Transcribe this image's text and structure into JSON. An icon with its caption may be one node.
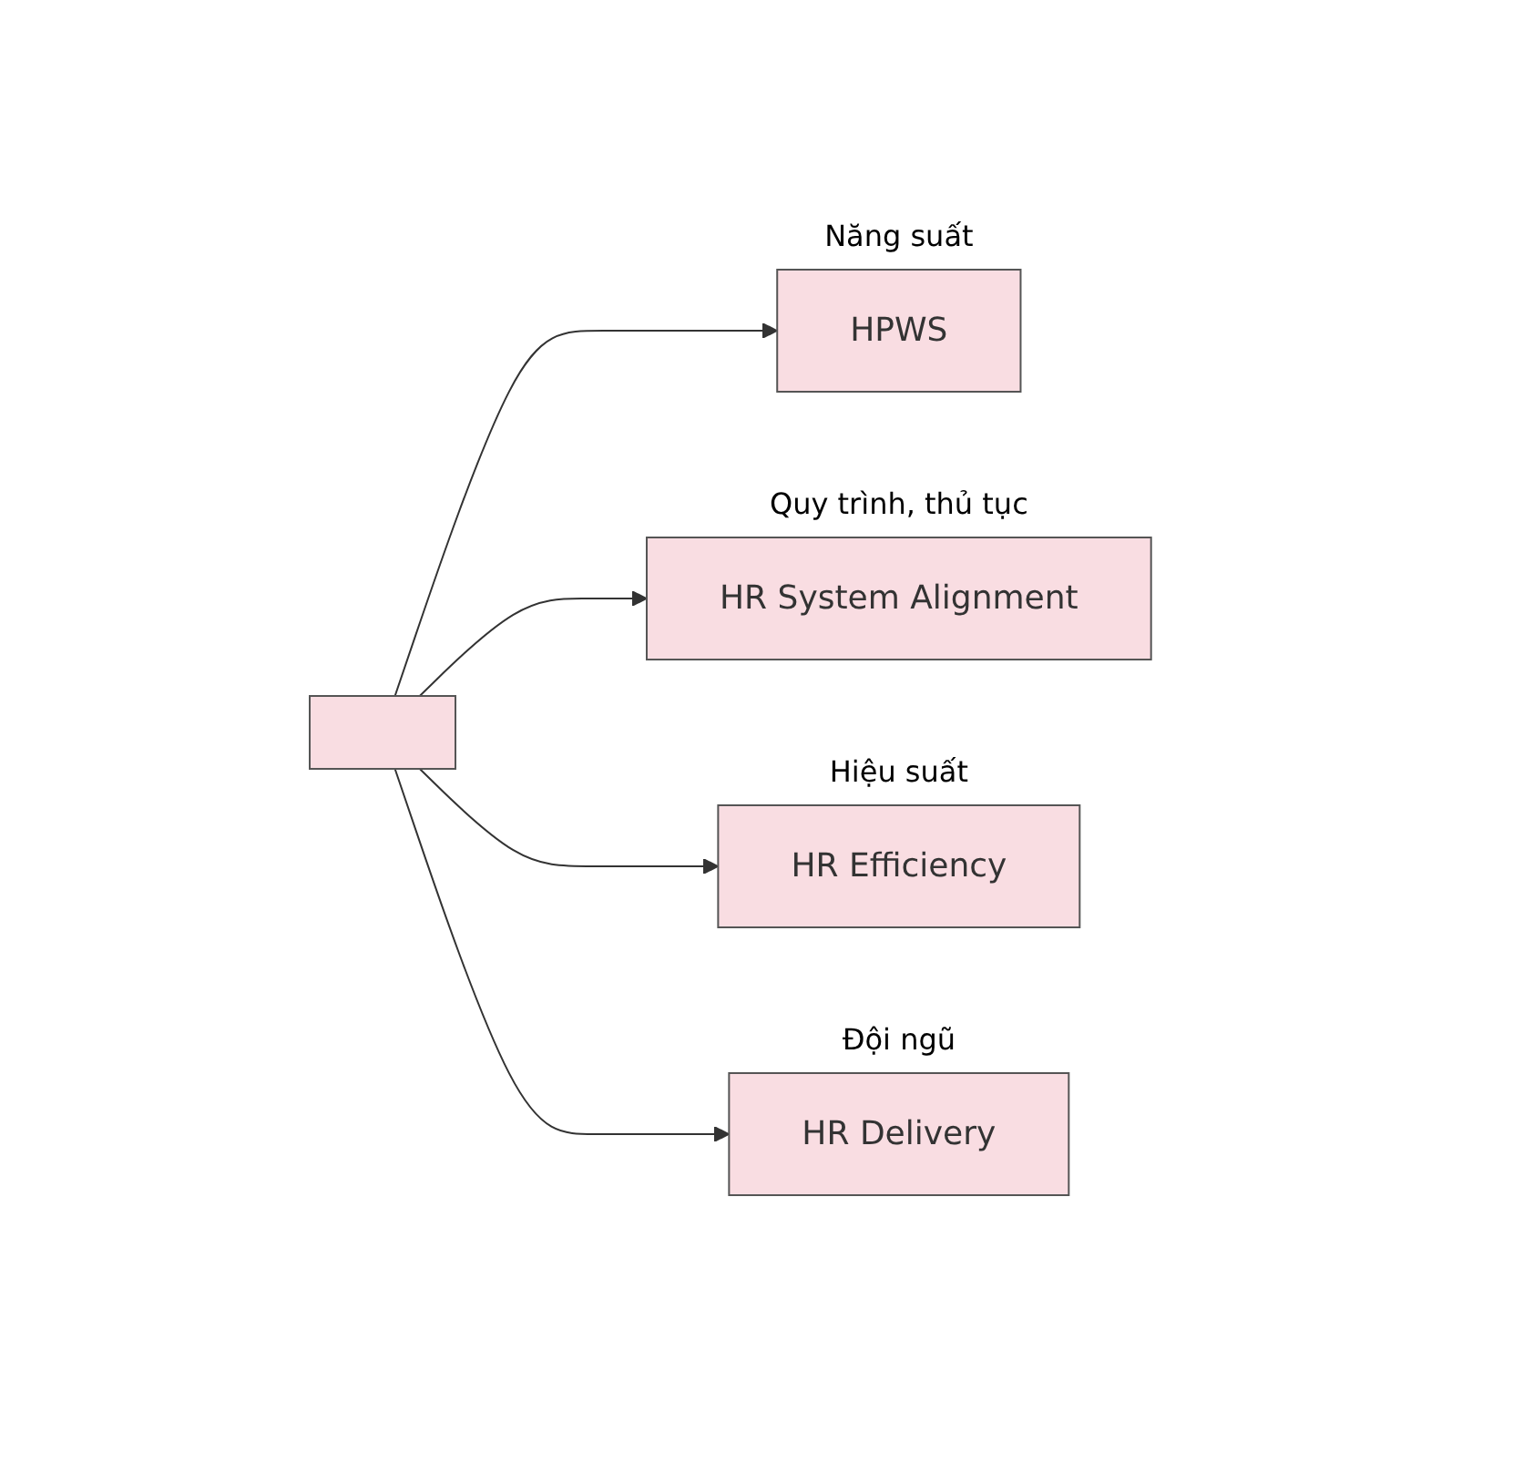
{
  "diagram": {
    "nodes": [
      {
        "text": [
          "HR Delivery"
        ],
        "beside": [
          "Đội ngũ"
        ]
      },
      {
        "text": [
          "HR Efficiency"
        ],
        "beside": [
          "Hiệu suất"
        ]
      },
      {
        "text": [],
        "shape": "box"
      },
      {
        "text": [
          "HR System Alignment"
        ],
        "beside": [
          "Quy trình, thủ tục"
        ]
      },
      {
        "text": [
          "HPWS"
        ],
        "beside": [
          "Năng suất"
        ]
      }
    ],
    "edges": [
      {
        "from": 2,
        "to": 0,
        "arrow": "to"
      },
      {
        "from": 2,
        "to": 1,
        "arrow": "to"
      },
      {
        "from": 2,
        "to": 3,
        "arrow": "to"
      },
      {
        "from": 2,
        "to": 4,
        "arrow": "to"
      }
    ]
  }
}
